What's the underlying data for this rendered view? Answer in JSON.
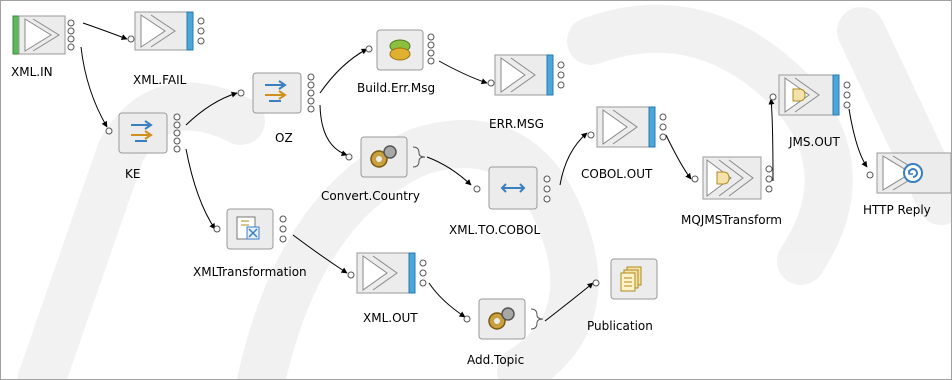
{
  "nodes": {
    "xml_in": {
      "label": "XML.IN",
      "icon": "mq-input-icon"
    },
    "xml_fail": {
      "label": "XML.FAIL",
      "icon": "mq-output-icon"
    },
    "ke": {
      "label": "KE",
      "icon": "filter-icon"
    },
    "oz": {
      "label": "OZ",
      "icon": "filter-icon"
    },
    "build_err_msg": {
      "label": "Build.Err.Msg",
      "icon": "compute-icon"
    },
    "err_msg": {
      "label": "ERR.MSG",
      "icon": "mq-output-icon"
    },
    "convert_country": {
      "label": "Convert.Country",
      "icon": "compute-gears-icon"
    },
    "xml_to_cobol": {
      "label": "XML.TO.COBOL",
      "icon": "mapping-icon"
    },
    "cobol_out": {
      "label": "COBOL.OUT",
      "icon": "mq-output-icon"
    },
    "mqjmstransform": {
      "label": "MQJMSTransform",
      "icon": "jms-transform-icon"
    },
    "jms_out": {
      "label": "JMS.OUT",
      "icon": "jms-output-icon"
    },
    "http_reply": {
      "label": "HTTP Reply",
      "icon": "http-reply-icon"
    },
    "xmltransformation": {
      "label": "XMLTransformation",
      "icon": "xsl-transform-icon"
    },
    "xml_out": {
      "label": "XML.OUT",
      "icon": "mq-output-icon"
    },
    "add_topic": {
      "label": "Add.Topic",
      "icon": "compute-gears-icon"
    },
    "publication": {
      "label": "Publication",
      "icon": "publication-icon"
    }
  },
  "colors": {
    "input_bar": "#5bb85b",
    "output_bar": "#4aa7d8",
    "node_fill": "#ececec",
    "node_border": "#9a9a9a",
    "wire": "#000000",
    "watermark": "#e6e6e6"
  }
}
